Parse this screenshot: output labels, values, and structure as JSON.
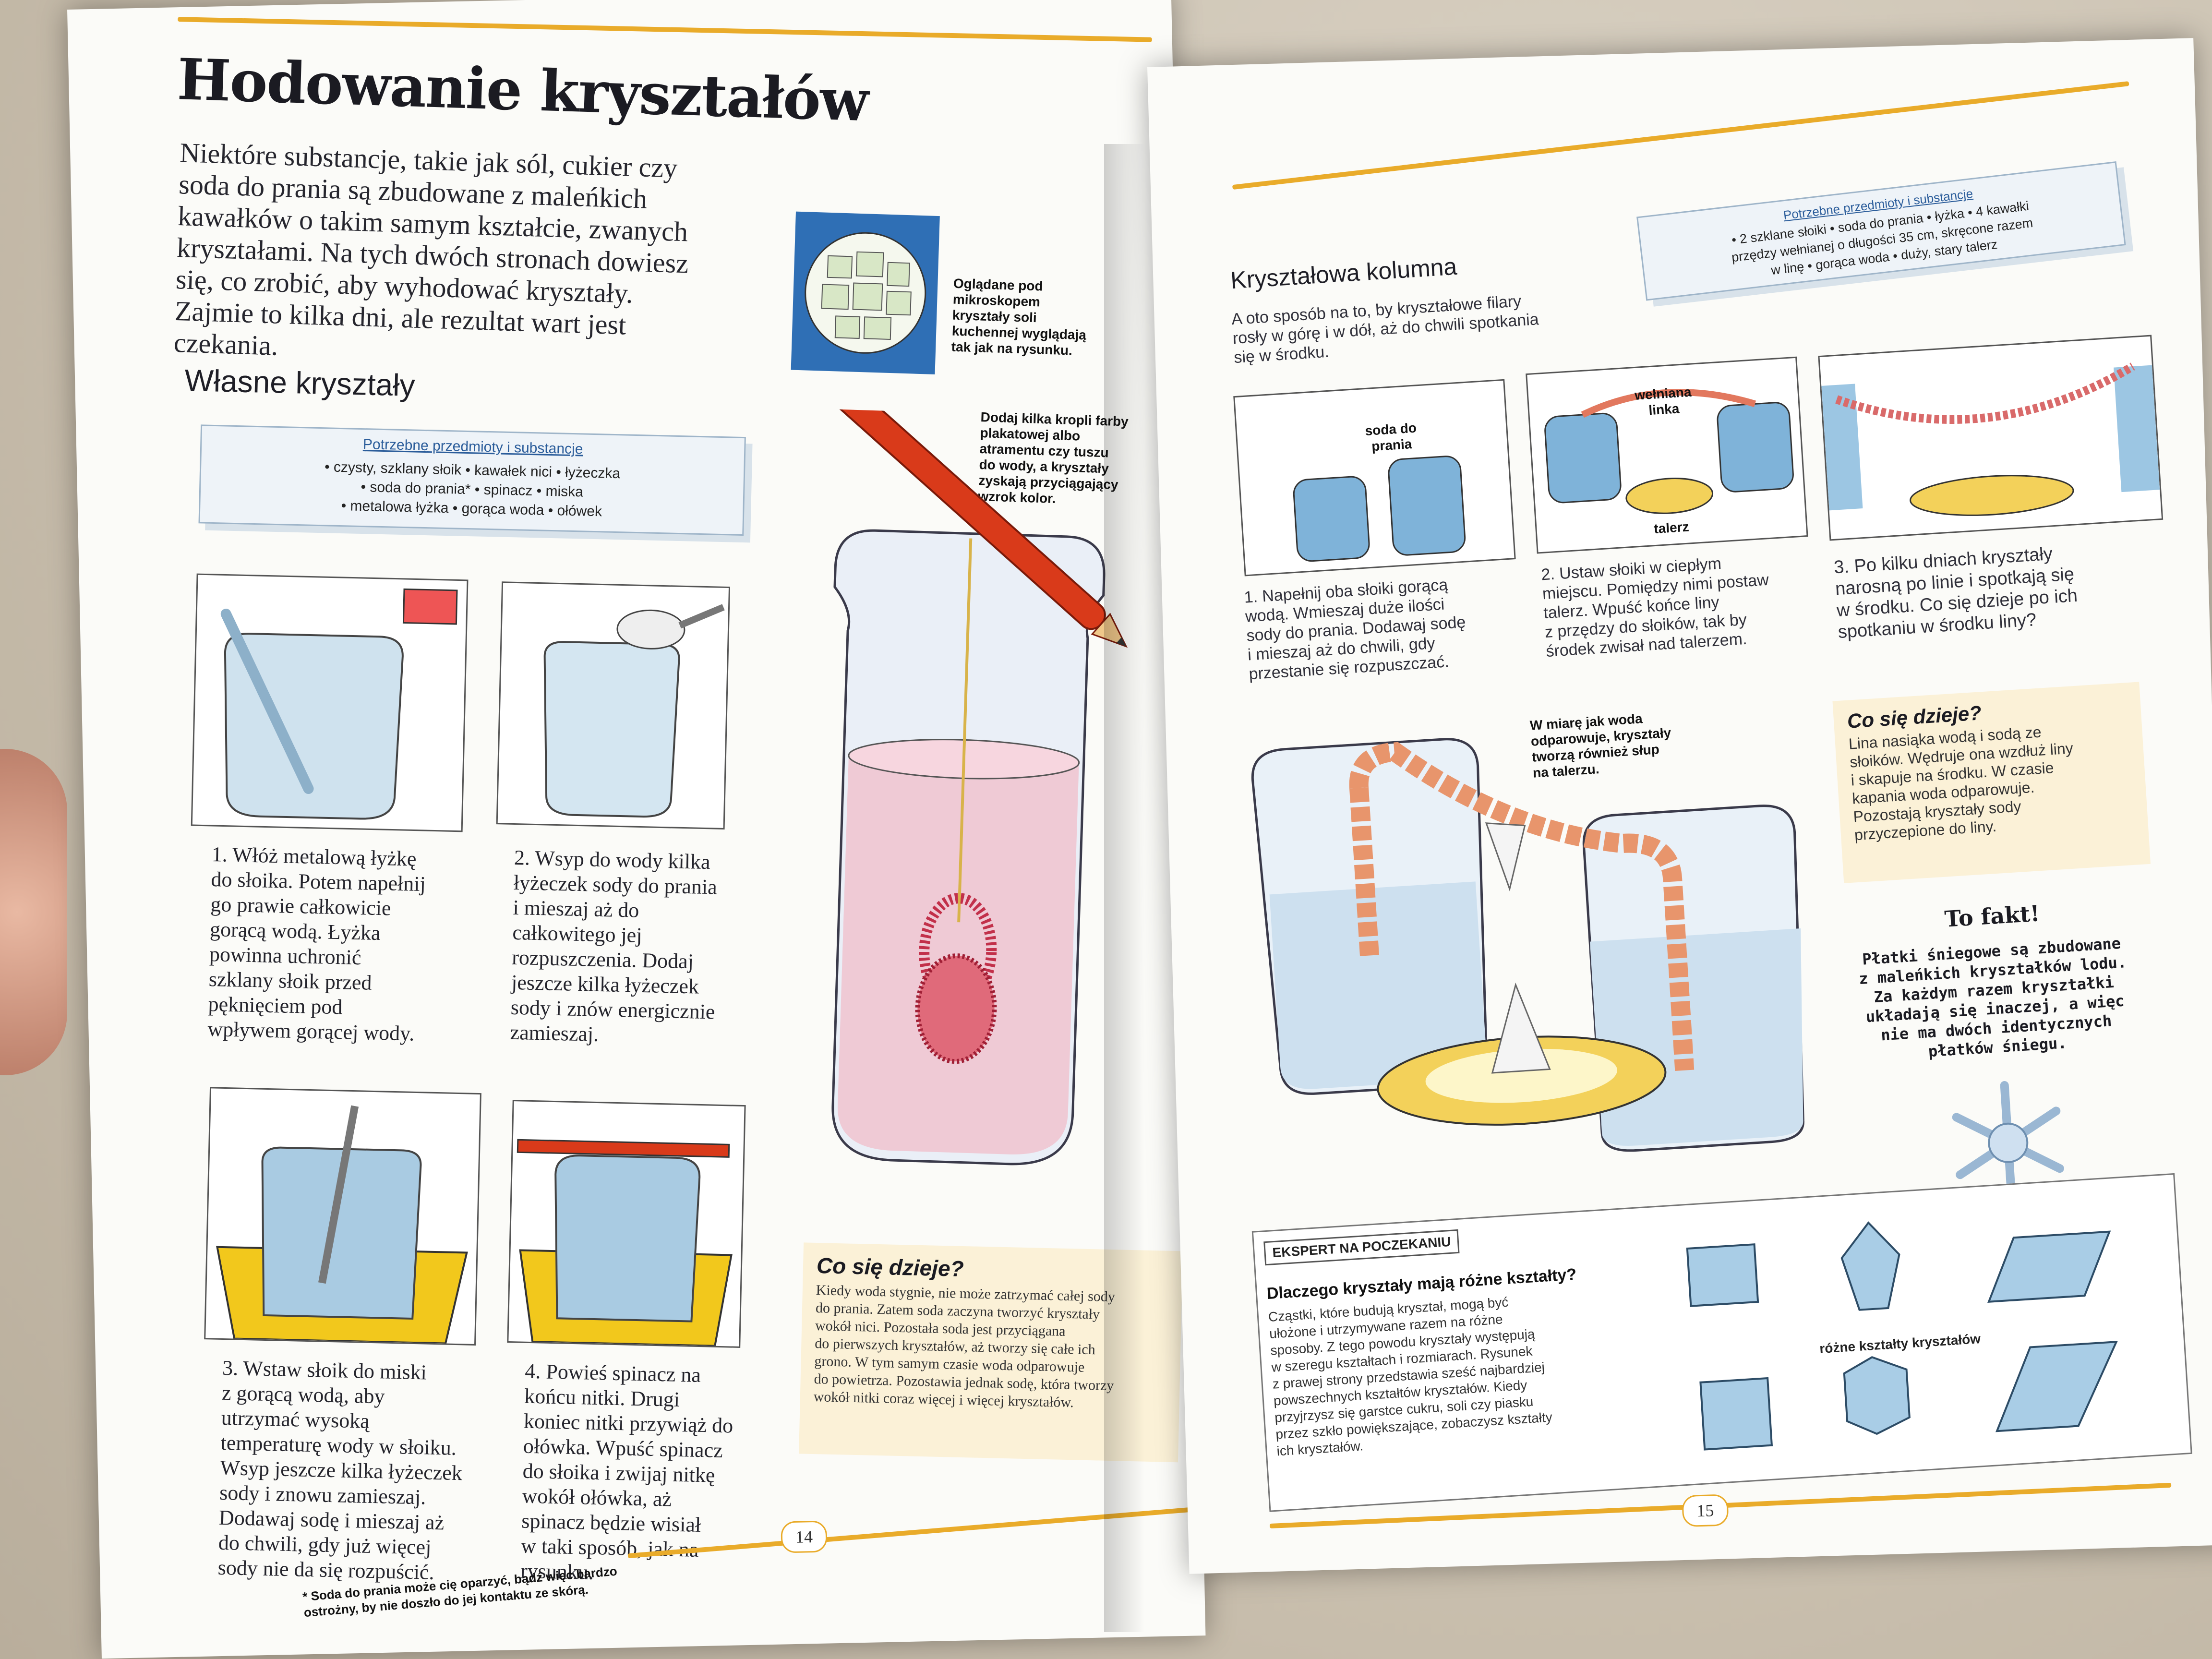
{
  "left_page": {
    "title": "Hodowanie kryształów",
    "intro": "Niektóre substancje, takie jak sól, cukier czy\nsoda do prania są zbudowane z maleńkich\nkawałków o takim samym kształcie, zwanych\nkryształami. Na tych dwóch stronach dowiesz\nsię, co zrobić, aby wyhodować kryształy.\nZajmie to kilka dni, ale rezultat wart jest\nczekania.",
    "section_title": "Własne kryształy",
    "needed": {
      "title": "Potrzebne przedmioty i substancje",
      "items": "• czysty, szklany słoik • kawałek nici • łyżeczka\n• soda do prania* • spinacz • miska\n• metalowa łyżka • gorąca woda • ołówek"
    },
    "microscope_caption": "Oglądane pod\nmikroskopem\nkryształy soli\nkuchennej wyglądają\ntak jak na rysunku.",
    "ink_caption": "Dodaj kilka kropli farby\nplakatowej albo\natramentu czy tuszu\ndo wody, a kryształy\nzyskają przyciągający\nwzrok kolor.",
    "steps": [
      "1. Włóż metalową łyżkę\ndo słoika. Potem napełnij\ngo prawie całkowicie\ngorącą wodą. Łyżka\npowinna uchronić\nszklany słoik przed\npęknięciem pod\nwpływem gorącej wody.",
      "2. Wsyp do wody kilka\nłyżeczek sody do prania\ni mieszaj aż do\ncałkowitego jej\nrozpuszczenia. Dodaj\njeszcze kilka łyżeczek\nsody i znów energicznie\nzamieszaj.",
      "3. Wstaw słoik do miski\nz gorącą wodą, aby\nutrzymać wysoką\ntemperaturę wody w słoiku.\nWsyp jeszcze kilka łyżeczek\nsody i znowu zamieszaj.\nDodawaj sodę i mieszaj aż\ndo chwili, gdy już więcej\nsody nie da się rozpuścić.",
      "4. Powieś spinacz na\nkońcu nitki. Drugi\nkoniec nitki przywiąż do\nołówka. Wpuść spinacz\ndo słoika i zwijaj nitkę\nwokół ołówka, aż\nspinacz będzie wisiał\nw taki sposób, jak na\nrysunku."
    ],
    "what_happens": {
      "title": "Co się dzieje?",
      "text": "Kiedy woda stygnie, nie może zatrzymać całej sody\ndo prania. Zatem soda zaczyna tworzyć kryształy\nwokół nici. Pozostała soda jest przyciągana\ndo pierwszych kryształów, aż tworzy się całe ich\ngrono. W tym samym czasie woda odparowuje\ndo powietrza. Pozostawia jednak sodę, która tworzy\nwokół nitki coraz więcej i więcej kryształów."
    },
    "warning": "* Soda do prania może cię oparzyć, bądź więc bardzo\nostrożny, by nie doszło do jej kontaktu ze skórą.",
    "page_number": "14"
  },
  "right_page": {
    "section_title": "Kryształowa kolumna",
    "intro": "A oto sposób na to, by kryształowe filary\nrosły w górę i w dół, aż do chwili spotkania\nsię w środku.",
    "needed": {
      "title": "Potrzebne przedmioty i substancje",
      "items": "• 2 szklane słoiki • soda do prania • łyżka • 4 kawałki\nprzędzy wełnianej o długości 35 cm, skręcone razem\nw linę • gorąca woda • duży, stary talerz"
    },
    "panel_labels": {
      "soda": "soda do\nprania",
      "wool": "wełniana\nlinka",
      "plate": "talerz"
    },
    "steps": [
      "1. Napełnij oba słoiki gorącą\nwodą. Wmieszaj duże ilości\nsody do prania. Dodawaj sodę\ni mieszaj aż do chwili, gdy\nprzestanie się rozpuszczać.",
      "2. Ustaw słoiki w ciepłym\nmiejscu. Pomiędzy nimi postaw\ntalerz. Wpuść końce liny\nz przędzy do słoików, tak by\nśrodek zwisał nad talerzem.",
      "3. Po kilku dniach kryształy\nnarosną po linie i spotkają się\nw środku. Co się dzieje po ich\nspotkaniu w środku liny?"
    ],
    "column_caption": "W miarę jak woda\nodparowuje, kryształy\ntworzą również słup\nna talerzu.",
    "what_happens": {
      "title": "Co się dzieje?",
      "text": "Lina nasiąka wodą i sodą ze\nsłoików. Wędruje ona wzdłuż liny\ni skapuje na środku. W czasie\nkapania woda odparowuje.\nPozostają kryształy sody\nprzyczepione do liny."
    },
    "fact": {
      "title": "To fakt!",
      "text": "Płatki śniegowe są zbudowane\nz maleńkich kryształków lodu.\nZa każdym razem kryształki\nukładają się inaczej, a więc\nnie ma dwóch identycznych\npłatków śniegu."
    },
    "expert": {
      "header": "EKSPERT NA POCZEKANIU",
      "question": "Dlaczego kryształy mają różne kształty?",
      "text": "Cząstki, które budują kryształ, mogą być\nułożone i utrzymywane razem na różne\nsposoby. Z tego powodu kryształy występują\nw szeregu kształtach i rozmiarach. Rysunek\nz prawej strony przedstawia sześć najbardziej\npowszechnych kształtów kryształów. Kiedy\nprzyjrzysz się garstce cukru, soli czy piasku\nprzez szkło powiększające, zobaczysz kształty\nich kryształów.",
      "shapes_label": "różne kształty kryształów"
    },
    "page_number": "15"
  }
}
